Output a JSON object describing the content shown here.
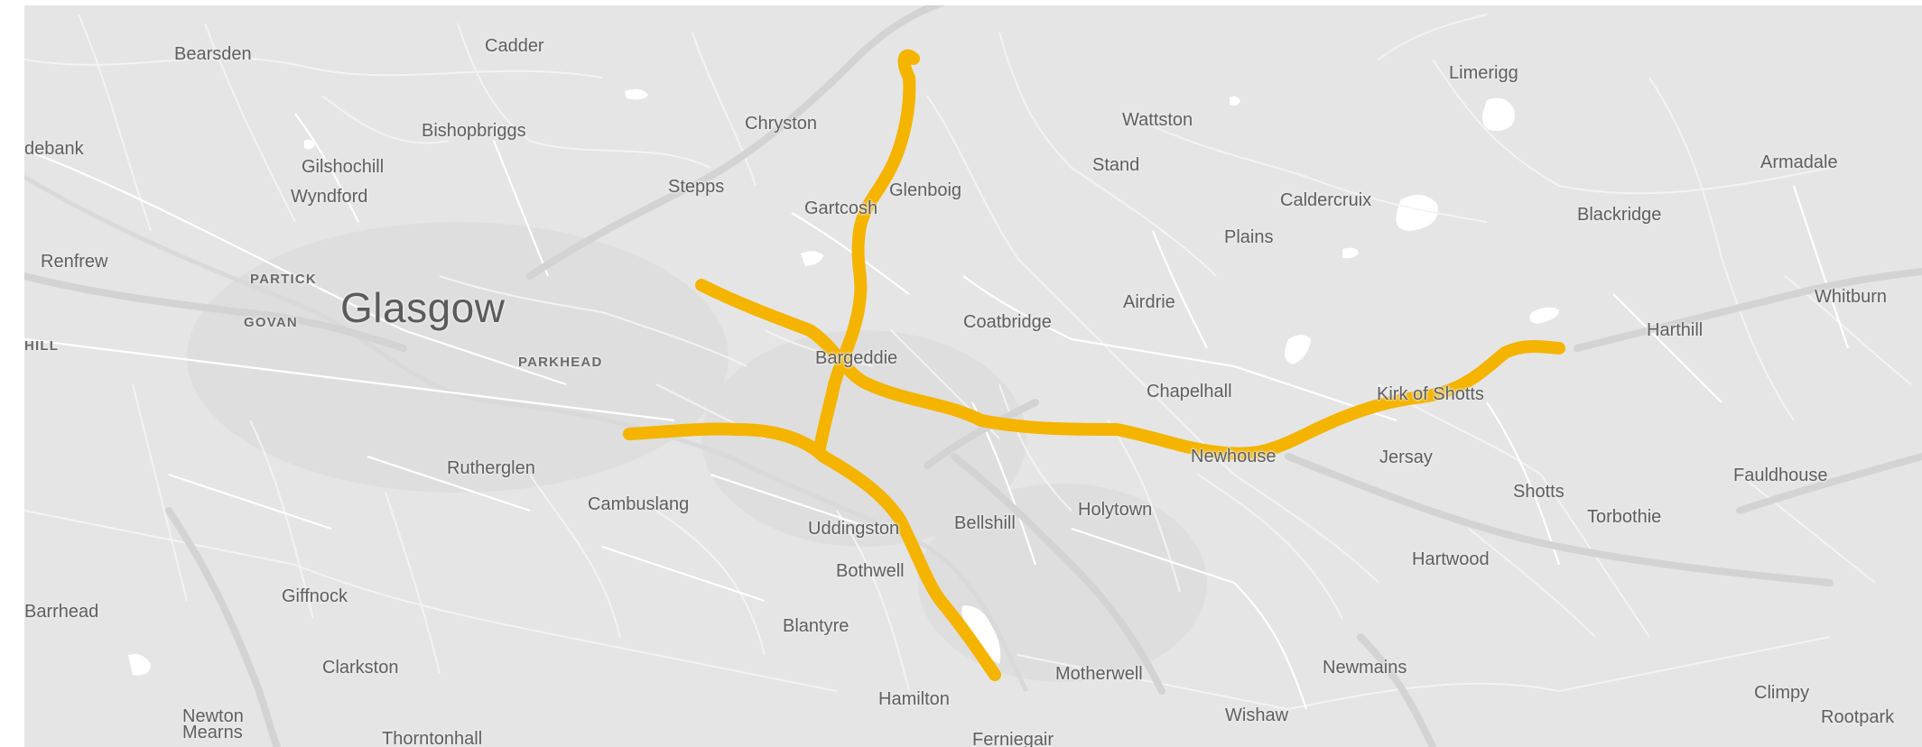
{
  "map": {
    "route_color": "#f4b400",
    "background_color": "#e5e5e5",
    "road_color": "#ffffff",
    "major_road_color": "#d6d6d6",
    "water_color": "#ffffff",
    "labels": [
      {
        "id": "bearsden",
        "text": "Bearsden"
      },
      {
        "id": "cadder",
        "text": "Cadder"
      },
      {
        "id": "bishopbriggs",
        "text": "Bishopbriggs"
      },
      {
        "id": "chryston",
        "text": "Chryston"
      },
      {
        "id": "wattston",
        "text": "Wattston"
      },
      {
        "id": "limerigg",
        "text": "Limerigg"
      },
      {
        "id": "clydebank",
        "text": "debank"
      },
      {
        "id": "gilshochill",
        "text": "Gilshochill"
      },
      {
        "id": "wyndford",
        "text": "Wyndford"
      },
      {
        "id": "stepps",
        "text": "Stepps"
      },
      {
        "id": "gartcosh",
        "text": "Gartcosh"
      },
      {
        "id": "glenboig",
        "text": "Glenboig"
      },
      {
        "id": "stand",
        "text": "Stand"
      },
      {
        "id": "caldercruix",
        "text": "Caldercruix"
      },
      {
        "id": "armadale",
        "text": "Armadale"
      },
      {
        "id": "blackridge",
        "text": "Blackridge"
      },
      {
        "id": "plains",
        "text": "Plains"
      },
      {
        "id": "renfrew",
        "text": "Renfrew"
      },
      {
        "id": "partick",
        "text": "PARTICK"
      },
      {
        "id": "govan",
        "text": "GOVAN"
      },
      {
        "id": "glasgow",
        "text": "Glasgow"
      },
      {
        "id": "hill",
        "text": "HILL"
      },
      {
        "id": "airdrie",
        "text": "Airdrie"
      },
      {
        "id": "coatbridge",
        "text": "Coatbridge"
      },
      {
        "id": "whitburn",
        "text": "Whitburn"
      },
      {
        "id": "harthill",
        "text": "Harthill"
      },
      {
        "id": "parkhead",
        "text": "PARKHEAD"
      },
      {
        "id": "baillieston",
        "text": "Bargeddie"
      },
      {
        "id": "chapelhall",
        "text": "Chapelhall"
      },
      {
        "id": "kirk-of-shotts",
        "text": "Kirk of Shotts"
      },
      {
        "id": "rutherglen",
        "text": "Rutherglen"
      },
      {
        "id": "newhouse",
        "text": "Newhouse"
      },
      {
        "id": "jersay",
        "text": "Jersay"
      },
      {
        "id": "fauldhouse",
        "text": "Fauldhouse"
      },
      {
        "id": "cambuslang",
        "text": "Cambuslang"
      },
      {
        "id": "holytown",
        "text": "Holytown"
      },
      {
        "id": "shotts",
        "text": "Shotts"
      },
      {
        "id": "uddingston",
        "text": "Uddingston"
      },
      {
        "id": "bellshill",
        "text": "Bellshill"
      },
      {
        "id": "torbothie",
        "text": "Torbothie"
      },
      {
        "id": "bothwell",
        "text": "Bothwell"
      },
      {
        "id": "hartwood",
        "text": "Hartwood"
      },
      {
        "id": "barrhead",
        "text": "Barrhead"
      },
      {
        "id": "giffnock",
        "text": "Giffnock"
      },
      {
        "id": "blantyre",
        "text": "Blantyre"
      },
      {
        "id": "clarkston",
        "text": "Clarkston"
      },
      {
        "id": "motherwell",
        "text": "Motherwell"
      },
      {
        "id": "newmains",
        "text": "Newmains"
      },
      {
        "id": "climpy",
        "text": "Climpy"
      },
      {
        "id": "newton-mearns-1",
        "text": "Newton"
      },
      {
        "id": "newton-mearns-2",
        "text": "Mearns"
      },
      {
        "id": "hamilton",
        "text": "Hamilton"
      },
      {
        "id": "wishaw",
        "text": "Wishaw"
      },
      {
        "id": "rootpark",
        "text": "Rootpark"
      },
      {
        "id": "thorntonhall",
        "text": "Thorntonhall"
      },
      {
        "id": "ferniegair",
        "text": "Ferniegair"
      }
    ]
  }
}
